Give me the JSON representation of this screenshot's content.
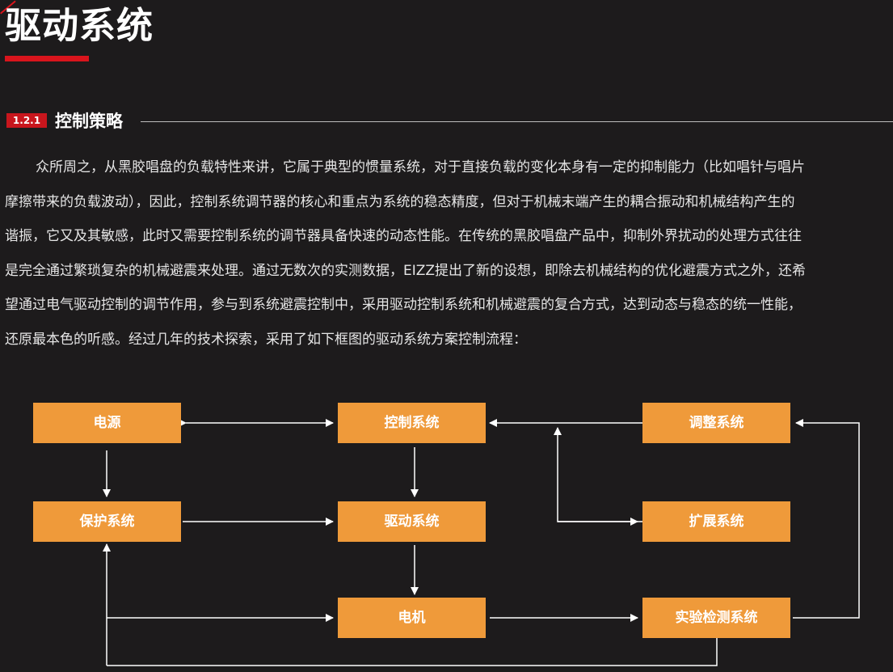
{
  "page": {
    "title": "驱动系统"
  },
  "section": {
    "number": "1.2.1",
    "title": "控制策略"
  },
  "body_lines": [
    "众所周之，从黑胶唱盘的负载特性来讲，它属于典型的惯量系统，对于直接负载的变化本身有一定的抑制能力（比如唱针与唱片",
    "摩擦带来的负载波动），因此，控制系统调节器的核心和重点为系统的稳态精度，但对于机械末端产生的耦合振动和机械结构产生的",
    "谐振，它又及其敏感，此时又需要控制系统的调节器具备快速的动态性能。在传统的黑胶唱盘产品中，抑制外界扰动的处理方式往往",
    "是完全通过繁琐复杂的机械避震来处理。通过无数次的实测数据，EIZZ提出了新的设想，即除去机械结构的优化避震方式之外，还希",
    "望通过电气驱动控制的调节作用，参与到系统避震控制中，采用驱动控制系统和机械避震的复合方式，达到动态与稳态的统一性能，",
    "还原最本色的听感。经过几年的技术探索，采用了如下框图的驱动系统方案控制流程："
  ],
  "diagram": {
    "nodes": {
      "power": "电源",
      "control": "控制系统",
      "adjust": "调整系统",
      "protect": "保护系统",
      "drive": "驱动系统",
      "expand": "扩展系统",
      "motor": "电机",
      "test": "实验检测系统"
    },
    "colors": {
      "node_fill": "#ef9a3a",
      "arrow": "#ffffff",
      "accent": "#d9141c"
    }
  }
}
